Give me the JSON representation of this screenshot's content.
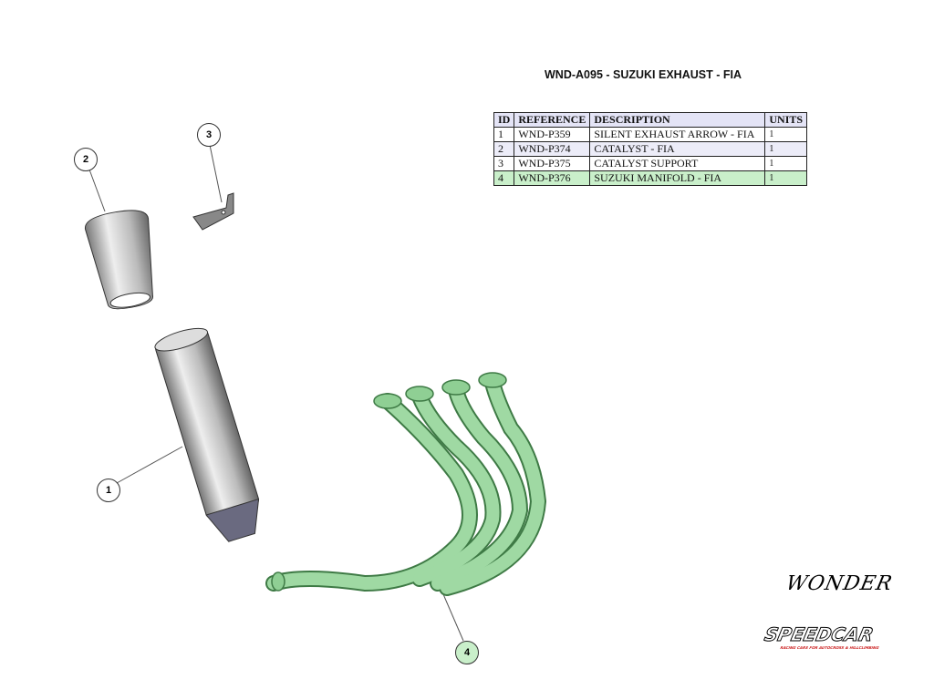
{
  "title": "WND-A095 -  SUZUKI EXHAUST - FIA",
  "table": {
    "headers": [
      "ID",
      "REFERENCE",
      "DESCRIPTION",
      "UNITS"
    ],
    "rows": [
      {
        "id": "1",
        "ref": "WND-P359",
        "desc": "SILENT EXHAUST ARROW - FIA",
        "units": "1"
      },
      {
        "id": "2",
        "ref": "WND-P374",
        "desc": "CATALYST - FIA",
        "units": "1"
      },
      {
        "id": "3",
        "ref": "WND-P375",
        "desc": "CATALYST SUPPORT",
        "units": "1"
      },
      {
        "id": "4",
        "ref": "WND-P376",
        "desc": "SUZUKI MANIFOLD - FIA",
        "units": "1"
      }
    ]
  },
  "callouts": [
    "1",
    "2",
    "3",
    "4"
  ],
  "logos": {
    "wonder": "WONDER",
    "speedcar": "SPEEDCAR",
    "speedcar_tagline": "RACING CARS FOR AUTOCROSS & HILLCLIMBING"
  },
  "colors": {
    "highlight": "#c9efca",
    "manifold": "#8fcf94"
  }
}
